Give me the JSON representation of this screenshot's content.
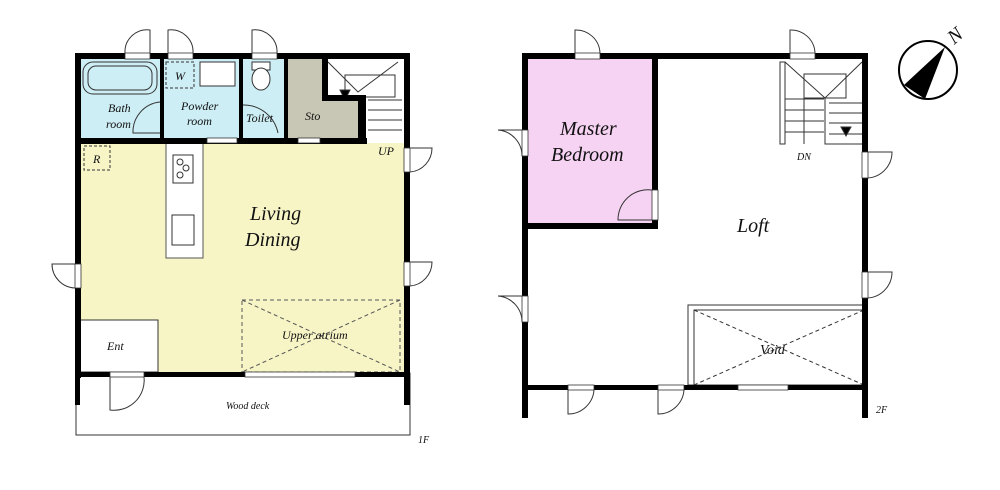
{
  "floor1": {
    "floor_label": "1F",
    "rooms": {
      "bath_line1": "Bath",
      "bath_line2": "room",
      "powder_line1": "Powder",
      "powder_line2": "room",
      "washer": "W",
      "toilet": "Toilet",
      "storage": "Sto",
      "up": "UP",
      "fridge": "R",
      "living_line1": "Living",
      "living_line2": "Dining",
      "entrance": "Ent",
      "atrium": "Upper atrium",
      "deck": "Wood deck"
    }
  },
  "floor2": {
    "floor_label": "2F",
    "rooms": {
      "master_line1": "Master",
      "master_line2": "Bedroom",
      "loft": "Loft",
      "down": "DN",
      "void": "Void"
    }
  },
  "compass": {
    "north": "N"
  },
  "colors": {
    "wet_area": "#cdeef5",
    "living": "#f7f5c6",
    "storage": "#c8c6b4",
    "master": "#f7d3f3",
    "wall": "#000000"
  }
}
